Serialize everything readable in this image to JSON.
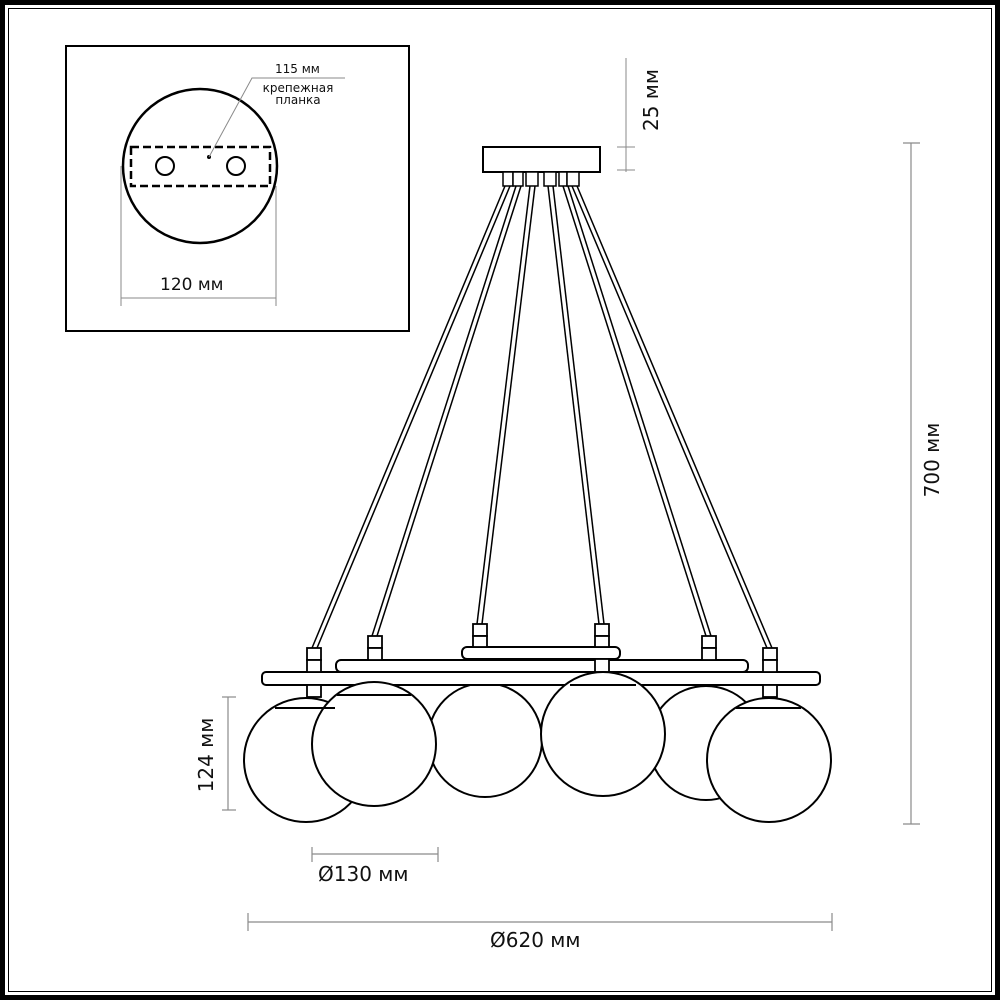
{
  "inset": {
    "title_dimension": "115 мм",
    "mount_label_line1": "крепежная",
    "mount_label_line2": "планка",
    "canopy_width": "120 мм"
  },
  "dimensions": {
    "canopy_height": "25 мм",
    "total_height": "700 мм",
    "shade_height": "124 мм",
    "shade_diameter": "Ø130 мм",
    "total_diameter": "Ø620 мм"
  },
  "fixture": {
    "shade_count": 6,
    "rod_count": 6,
    "bar_count": 3
  },
  "colors": {
    "line": "#000000",
    "dimension_line": "#8a8a8a",
    "background": "#ffffff"
  }
}
